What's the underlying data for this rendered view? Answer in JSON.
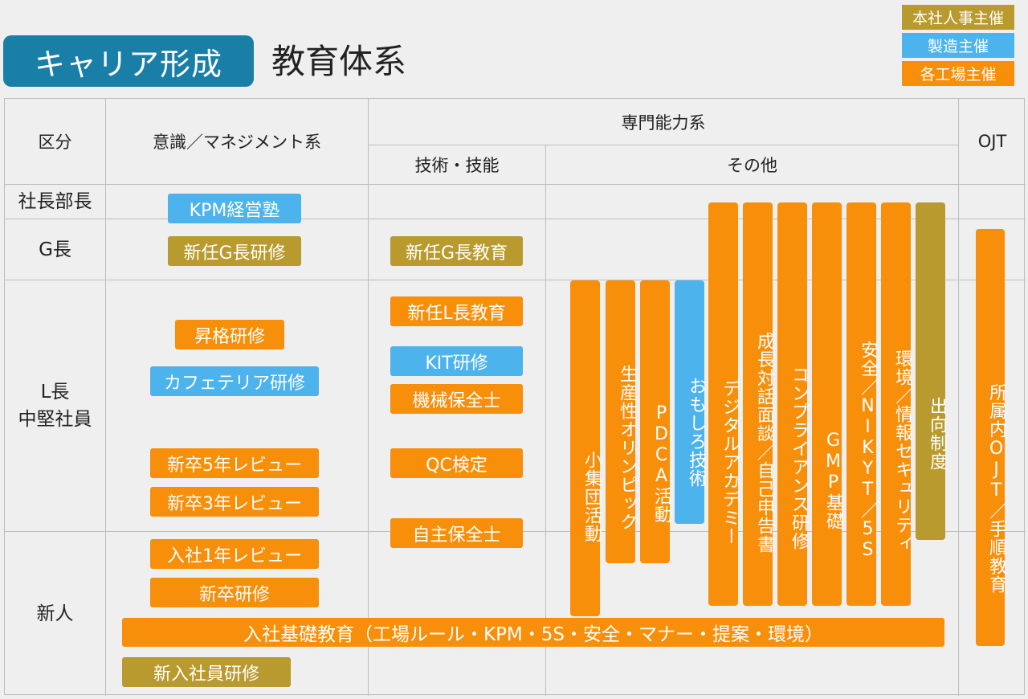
{
  "colors": {
    "hq_hr": "#b89a2e",
    "manufacturing": "#4db3ec",
    "factory": "#f78f0b",
    "title_bg": "#1a7fa6"
  },
  "title": "キャリア形成",
  "subtitle": "教育体系",
  "legend": {
    "hq_hr": "本社人事主催",
    "manufacturing": "製造主催",
    "factory": "各工場主催"
  },
  "headers": {
    "division": "区分",
    "awareness": "意識／マネジメント系",
    "specialized": "専門能力系",
    "technical": "技術・技能",
    "other": "その他",
    "ojt": "OJT"
  },
  "rows": {
    "president": "社長部長",
    "g_leader": "G長",
    "l_leader_line1": "L長",
    "l_leader_line2": "中堅社員",
    "newcomer": "新人"
  },
  "awareness_programs": {
    "kpm": "KPM経営塾",
    "new_g_training": "新任G長研修",
    "promotion": "昇格研修",
    "cafeteria": "カフェテリア研修",
    "review_5y": "新卒5年レビュー",
    "review_3y": "新卒3年レビュー",
    "review_1y": "入社1年レビュー",
    "new_grad": "新卒研修"
  },
  "technical_programs": {
    "new_g_edu": "新任G長教育",
    "new_l_edu": "新任L長教育",
    "kit": "KIT研修",
    "mechanical": "機械保全士",
    "qc": "QC検定",
    "autonomous": "自主保全士"
  },
  "other_programs": {
    "small_group": "小集団活動",
    "productivity": "生産性オリンピック",
    "pdca": "PDCA活動",
    "omoshiro": "おもしろ技術",
    "digital": "デジタルアカデミー",
    "growth": "成長対話面談／自己申告書",
    "compliance": "コンプライアンス研修",
    "gmp": "GMP基礎",
    "safety": "安全／NIKYT／5S",
    "environment": "環境／情報セキュリティ",
    "secondment": "出向制度"
  },
  "ojt_program": "所属内OJT／手順教育",
  "basic_education": "入社基礎教育（工場ルール・KPM・5S・安全・マナー・提案・環境）",
  "new_employee_training": "新入社員研修"
}
